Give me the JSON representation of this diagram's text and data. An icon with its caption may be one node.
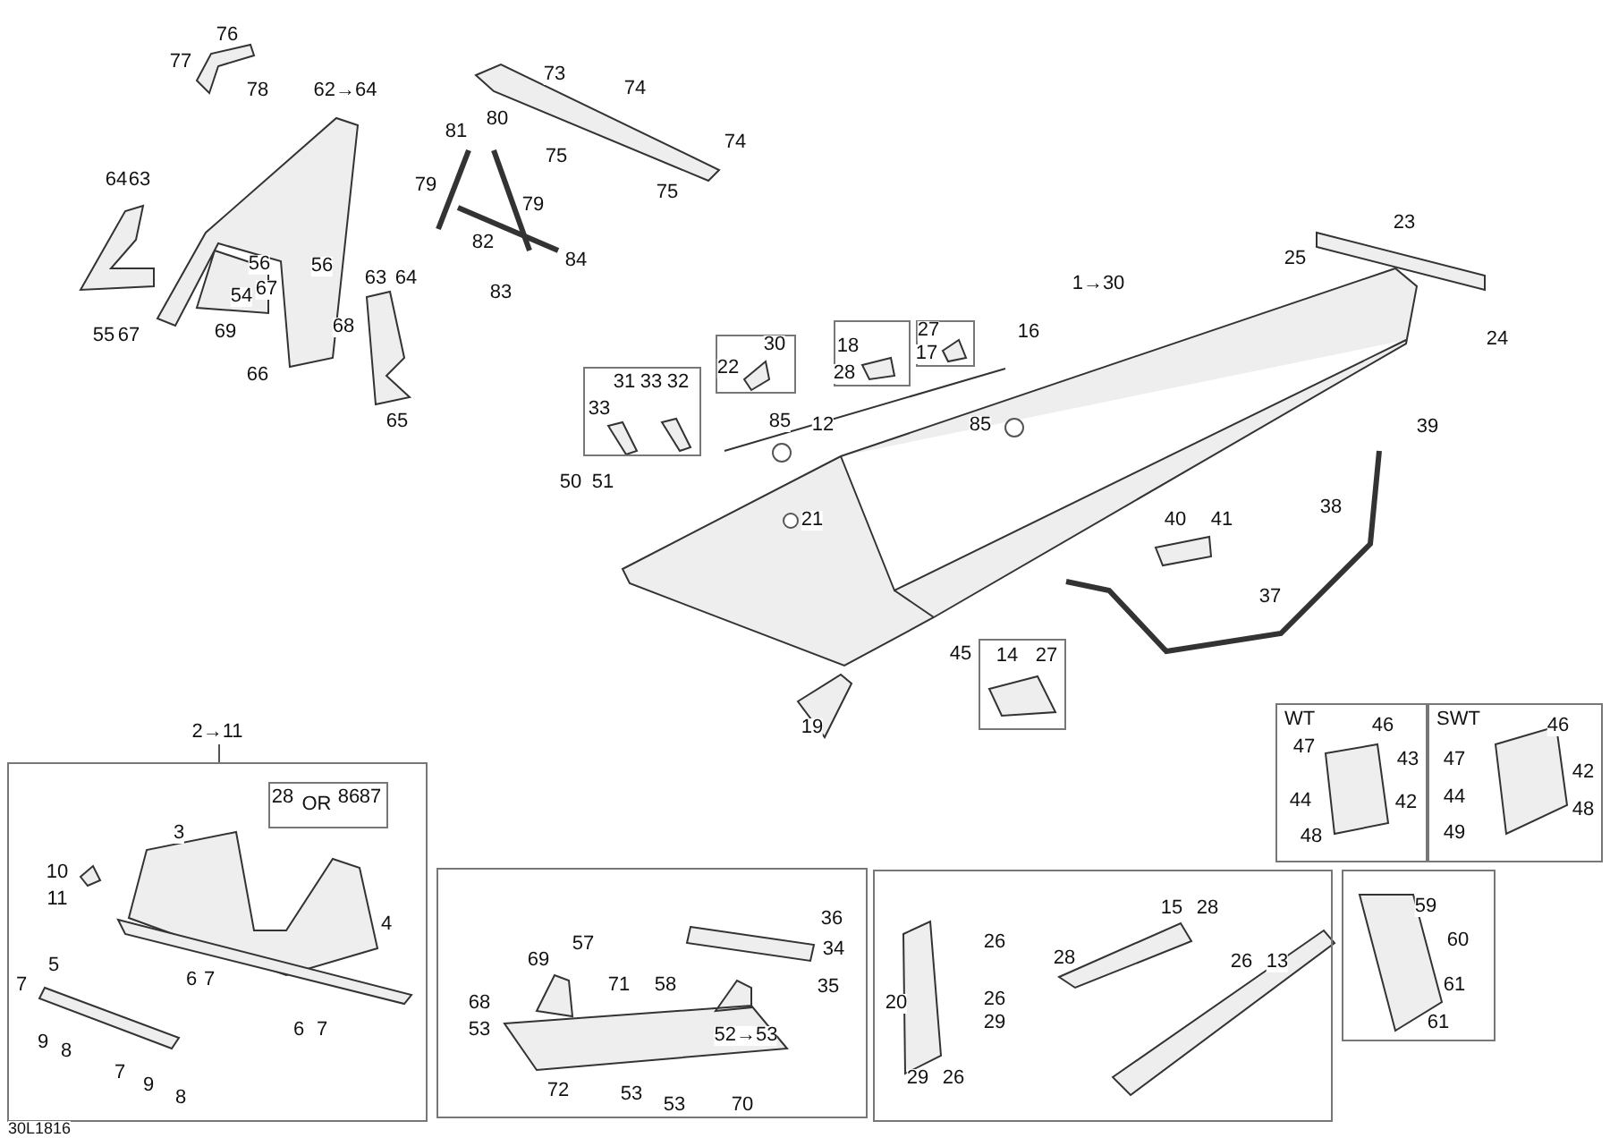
{
  "diagram": {
    "nodes": [
      {
        "text": [
          "2→11"
        ]
      },
      {
        "text": [
          "OR"
        ],
        "in": 0
      },
      {
        "text": [],
        "shape": "box"
      },
      {
        "text": [],
        "shape": "box"
      },
      {
        "text": [],
        "shape": "box"
      },
      {
        "text": [],
        "shape": "box"
      },
      {
        "text": [],
        "shape": "box"
      },
      {
        "text": [
          "WT"
        ]
      },
      {
        "text": [
          "SWT"
        ]
      },
      {
        "text": [],
        "shape": "box"
      },
      {
        "text": [],
        "shape": "box"
      },
      {
        "text": [],
        "shape": "box"
      }
    ],
    "labels": [
      "76",
      "77",
      "78",
      "62→64",
      "73",
      "74",
      "80",
      "81",
      "74",
      "75",
      "64",
      "63",
      "79",
      "75",
      "79",
      "82",
      "56",
      "56",
      "84",
      "63",
      "64",
      "67",
      "54",
      "83",
      "55",
      "67",
      "69",
      "68",
      "66",
      "65",
      "23",
      "25",
      "1→30",
      "30",
      "18",
      "17",
      "27",
      "16",
      "24",
      "22",
      "28",
      "31",
      "33",
      "32",
      "33",
      "85",
      "12",
      "85",
      "39",
      "50",
      "51",
      "38",
      "21",
      "40",
      "41",
      "37",
      "45",
      "14",
      "27",
      "19",
      "46",
      "46",
      "47",
      "43",
      "47",
      "42",
      "44",
      "42",
      "44",
      "48",
      "48",
      "49",
      "28",
      "86",
      "87",
      "3",
      "10",
      "11",
      "4",
      "5",
      "7",
      "6",
      "7",
      "6",
      "7",
      "9",
      "8",
      "7",
      "9",
      "8",
      "30L1816",
      "36",
      "57",
      "34",
      "69",
      "71",
      "58",
      "35",
      "68",
      "53",
      "52→53",
      "72",
      "53",
      "53",
      "70",
      "15",
      "28",
      "59",
      "26",
      "60",
      "28",
      "26",
      "13",
      "61",
      "20",
      "26",
      "29",
      "61",
      "29",
      "26"
    ]
  }
}
